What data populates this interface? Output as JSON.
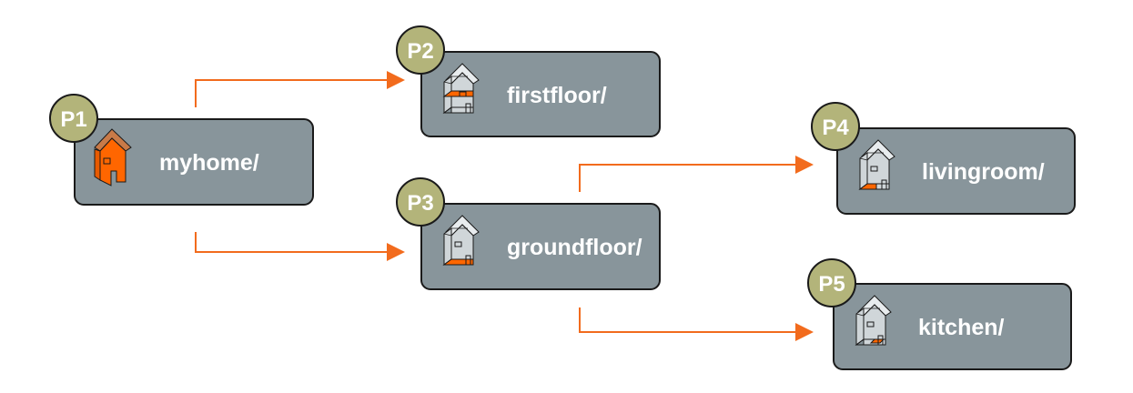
{
  "colors": {
    "box_fill": "#88959b",
    "box_stroke": "#1a1a1a",
    "badge_fill": "#b3b47a",
    "arrow": "#f26b1d",
    "accent_orange": "#ff6600",
    "house_glass": "#d8dde0"
  },
  "nodes": [
    {
      "id": "n1",
      "badge": "P1",
      "label": "myhome/",
      "icon": "house-solid-icon"
    },
    {
      "id": "n2",
      "badge": "P2",
      "label": "firstfloor/",
      "icon": "house-firstfloor-icon"
    },
    {
      "id": "n3",
      "badge": "P3",
      "label": "groundfloor/",
      "icon": "house-groundfloor-icon"
    },
    {
      "id": "n4",
      "badge": "P4",
      "label": "livingroom/",
      "icon": "house-livingroom-icon"
    },
    {
      "id": "n5",
      "badge": "P5",
      "label": "kitchen/",
      "icon": "house-kitchen-icon"
    }
  ],
  "edges": [
    {
      "from": "myhome/",
      "to": "firstfloor/"
    },
    {
      "from": "myhome/",
      "to": "groundfloor/"
    },
    {
      "from": "groundfloor/",
      "to": "livingroom/"
    },
    {
      "from": "groundfloor/",
      "to": "kitchen/"
    }
  ]
}
